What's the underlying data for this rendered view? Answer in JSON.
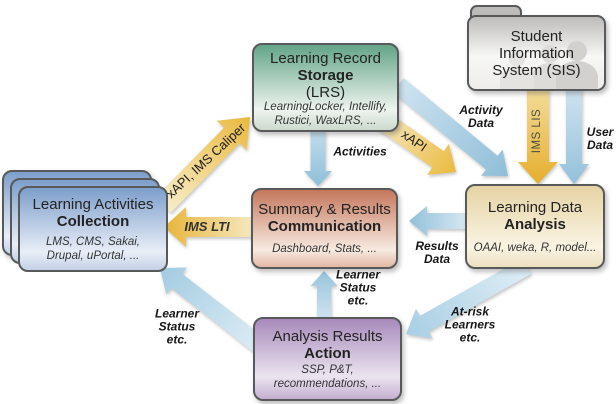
{
  "boxes": {
    "collection": {
      "line1": "Learning Activities",
      "line2": "Collection",
      "sub1": "LMS, CMS, Sakai,",
      "sub2": "Drupal, uPortal, ..."
    },
    "lrs": {
      "line1": "Learning Record",
      "line2": "Storage",
      "line3": "(LRS)",
      "sub1": "LearningLocker, Intellify,",
      "sub2": "Rustici, WaxLRS, ..."
    },
    "sis": {
      "line1": "Student",
      "line2": "Information",
      "line3": "System (SIS)"
    },
    "summary": {
      "line1": "Summary & Results",
      "line2": "Communication",
      "sub1": "Dashboard, Stats, ..."
    },
    "analysis": {
      "line1": "Learning Data",
      "line2": "Analysis",
      "sub1": "OAAI, weka, R, model..."
    },
    "action": {
      "line1": "Analysis Results",
      "line2": "Action",
      "sub1": "SSP, P&T,",
      "sub2": "recommendations, ..."
    }
  },
  "labels": {
    "xapi_caliper": "xAPI, IMS Caliper",
    "activities": "Activities",
    "xapi": "xAPI",
    "ims_lis": "IMS LIS",
    "ims_lti": "IMS LTI",
    "activity_data": [
      "Activity",
      "Data"
    ],
    "user_data": [
      "User",
      "Data"
    ],
    "results_data": [
      "Results",
      "Data"
    ],
    "learner_status_up": [
      "Learner",
      "Status",
      "etc."
    ],
    "learner_status_left": [
      "Learner",
      "Status",
      "etc."
    ],
    "at_risk": [
      "At-risk",
      "Learners",
      "etc."
    ]
  },
  "colors": {
    "arrow_yellow": "#eaba3e",
    "arrow_yellow_light": "#f7ecc9",
    "arrow_blue": "#8fbed8",
    "arrow_blue_light": "#d8e9f3",
    "box_green": "#63a488",
    "box_blue": "#7d9ecb",
    "box_salmon": "#c5775c",
    "box_tan": "#e6d3a4",
    "box_purple": "#a78abb",
    "box_gray": "#bdbcba",
    "border": "#58595b"
  }
}
